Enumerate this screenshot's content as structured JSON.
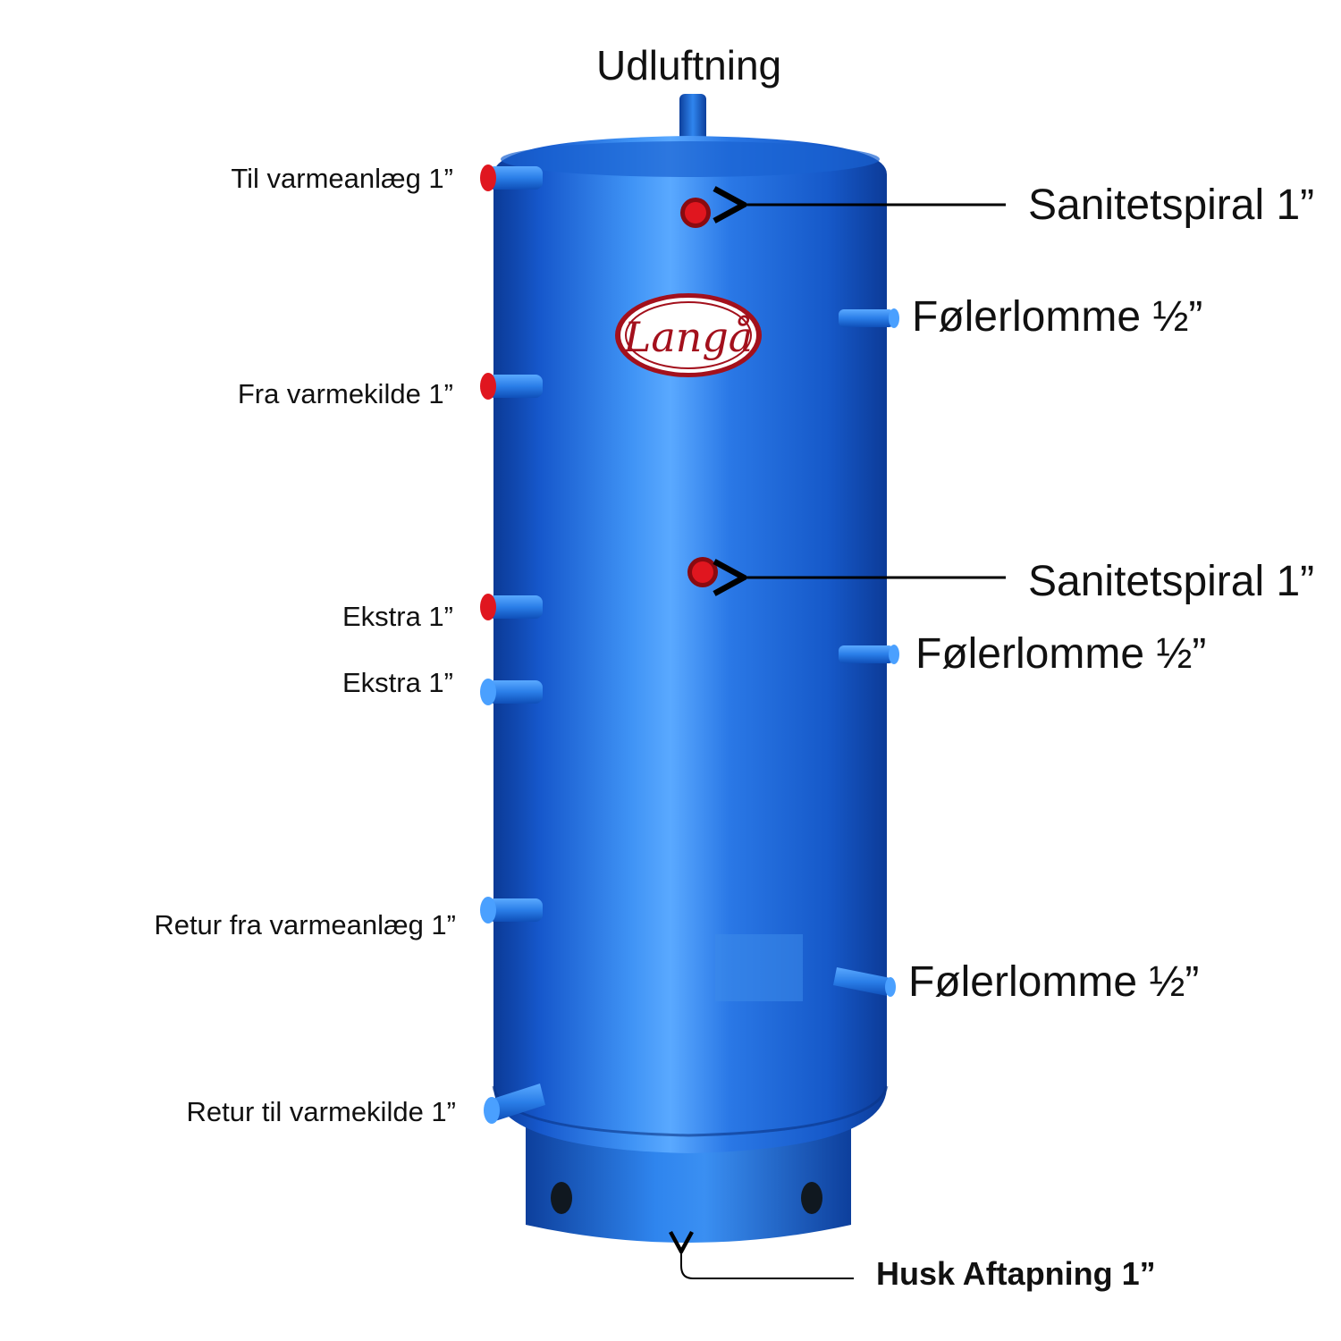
{
  "colors": {
    "tank_blue": "#1f6fe0",
    "tank_dark": "#0d3f9c",
    "port_red": "#e0161f",
    "port_blue": "#2a8cf2",
    "text": "#111111"
  },
  "labels": {
    "top": "Udluftning",
    "left": [
      "Til varmeanlæg 1”",
      "Fra varmekilde 1”",
      "Ekstra 1”",
      "Ekstra 1”",
      "Retur fra varmeanlæg 1”",
      "Retur til varmekilde 1”"
    ],
    "right": [
      "Sanitetspiral 1”",
      "Følerlomme ½”",
      "Sanitetspiral 1”",
      "Følerlomme ½”",
      "Følerlomme ½”"
    ],
    "bottom": "Husk Aftapning 1”"
  },
  "logo": {
    "text": "Langå"
  }
}
